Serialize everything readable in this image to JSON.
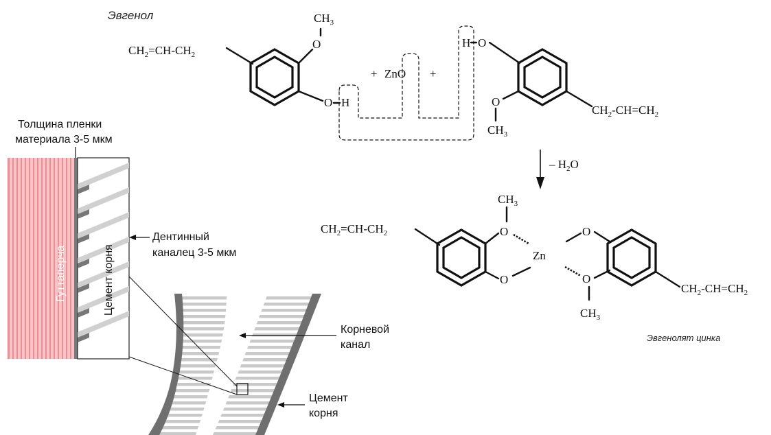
{
  "reaction": {
    "title_eugenol": "Эвгенол",
    "plus": "+",
    "zno": "ZnO",
    "water_loss": "– H",
    "water_sub": "2",
    "water_o": "O",
    "title_zinc": "Эвгенолят цинка",
    "ch3": "CH",
    "ch3_sub": "3",
    "o": "O",
    "h": "H",
    "zn": "Zn",
    "allyl_left_a": "CH",
    "allyl_left_sub": "2",
    "allyl_left_b": "=CH-CH",
    "allyl_left_sub2": "2",
    "allyl_right_a": "CH",
    "allyl_right_sub": "2",
    "allyl_right_b": "-CH=CH",
    "allyl_right_sub2": "2"
  },
  "section": {
    "film_label_1": "Толщина пленки",
    "film_label_2": "материала 3-5 мкм",
    "gutta": "Гуттаперча",
    "cement_vertical": "Цемент корня",
    "tubule_1": "Дентинный",
    "tubule_2": "каналец 3-5 мкм",
    "canal_1": "Корневой",
    "canal_2": "канал",
    "cement_1": "Цемент",
    "cement_2": "корня"
  }
}
